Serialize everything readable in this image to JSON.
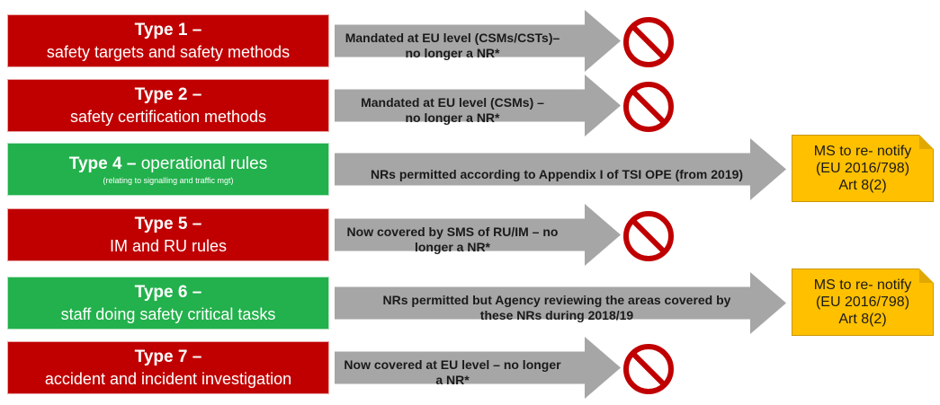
{
  "rows": [
    {
      "type_label": "Type 1",
      "dash": " –",
      "description": "safety targets and safety methods",
      "arrow_text_1": "Mandated at EU level (CSMs/CSTs)–",
      "arrow_text_2": "no longer a NR*",
      "outcome": "prohibited-icon"
    },
    {
      "type_label": "Type 2",
      "dash": " –",
      "description": "safety certification methods",
      "arrow_text_1": "Mandated at EU level (CSMs) –",
      "arrow_text_2": "no longer a NR*",
      "outcome": "prohibited-icon"
    },
    {
      "type_label": "Type 4",
      "dash": " –",
      "description": " operational rules",
      "note_small": "(relating to signalling and traffic mgt)",
      "arrow_text_1": "NRs permitted according to Appendix I of TSI OPE (from 2019)",
      "outcome_note": [
        "MS to re- notify",
        "(EU 2016/798)",
        "Art 8(2)"
      ]
    },
    {
      "type_label": "Type 5",
      "dash": " –",
      "description": "IM and RU rules",
      "arrow_text_1": "Now covered by SMS of RU/IM – no",
      "arrow_text_2": "longer a NR*",
      "outcome": "prohibited-icon"
    },
    {
      "type_label": "Type 6",
      "dash": " –",
      "description": "staff doing safety critical tasks",
      "arrow_text_1": "NRs permitted but Agency reviewing the areas covered by",
      "arrow_text_2": "these NRs during 2018/19",
      "outcome_note": [
        "MS to re- notify",
        "(EU 2016/798)",
        "Art 8(2)"
      ]
    },
    {
      "type_label": "Type 7",
      "dash": " –",
      "description": "accident and incident investigation",
      "arrow_text_1": "Now covered at EU level – no longer",
      "arrow_text_2": "a NR*",
      "outcome": "prohibited-icon"
    }
  ],
  "colors": {
    "prohibited": "#c00000",
    "permitted": "#22b14c",
    "arrow": "#a6a6a6",
    "note": "#ffc000",
    "no_icon_red": "#c00000"
  }
}
